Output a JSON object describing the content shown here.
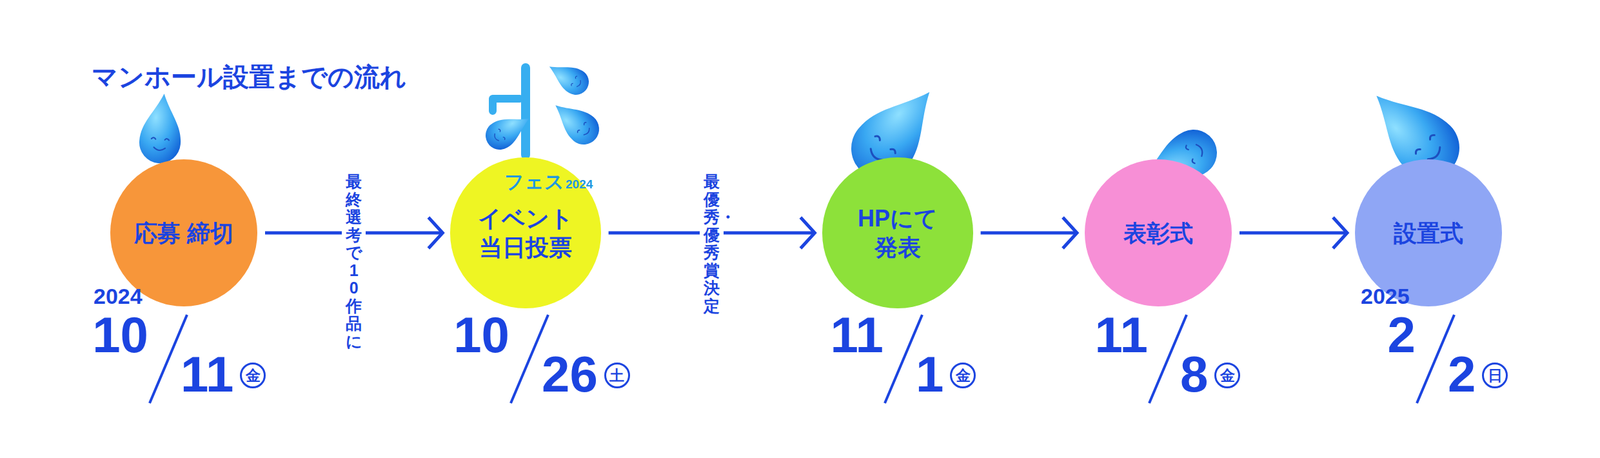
{
  "diagram": {
    "title": "マンホール設置までの流れ",
    "nodes": [
      {
        "text": [
          "応募 締切"
        ]
      },
      {
        "text": [
          "イベント 当日投票"
        ]
      },
      {
        "text": [
          "HPにて 発表"
        ]
      },
      {
        "text": [
          "表彰式"
        ]
      },
      {
        "text": [
          "設置式"
        ]
      }
    ],
    "edges": [
      {
        "from": 0,
        "to": 1,
        "label": "最終選考で10作品に",
        "arrow": "to"
      },
      {
        "from": 1,
        "to": 2,
        "label": "最優秀・優秀賞決定",
        "arrow": "to"
      },
      {
        "from": 2,
        "to": 3,
        "arrow": "to"
      },
      {
        "from": 3,
        "to": 4,
        "arrow": "to"
      }
    ],
    "labels": [
      "2024",
      "10",
      "11",
      "金",
      "フェス",
      "2024",
      "10",
      "26",
      "土",
      "11",
      "1",
      "金",
      "11",
      "8",
      "金",
      "2025",
      "2",
      "2",
      "日"
    ]
  }
}
